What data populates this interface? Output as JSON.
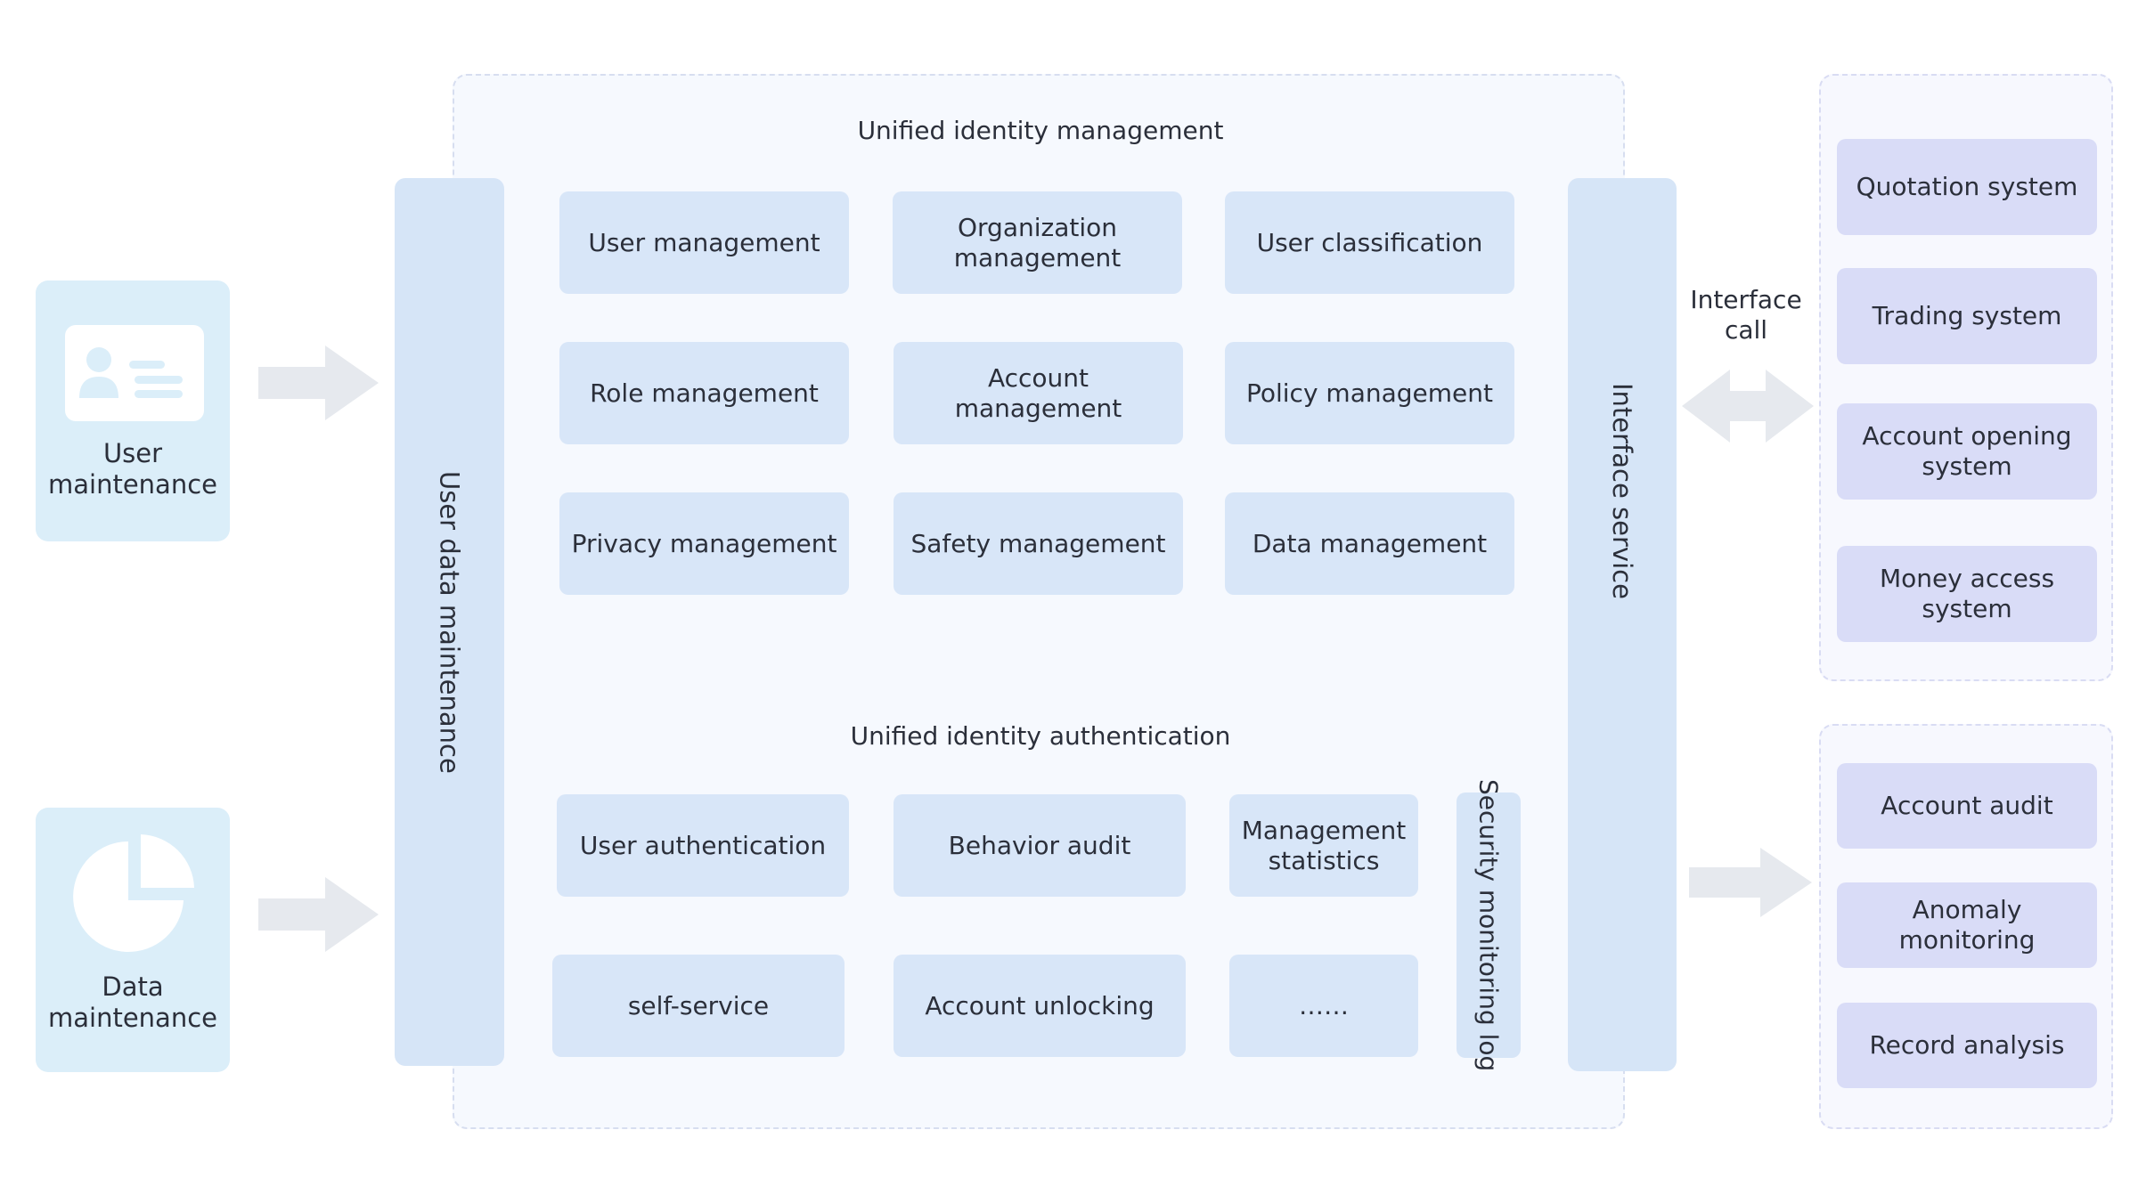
{
  "management": {
    "title": "Unified identity management",
    "modules": [
      "User management",
      "Organization management",
      "User classification",
      "Role management",
      "Account management",
      "Policy management",
      "Privacy management",
      "Safety management",
      "Data management"
    ]
  },
  "authentication": {
    "title": "Unified identity authentication",
    "modules": [
      "User authentication",
      "Behavior audit",
      "Management statistics",
      "self-service",
      "Account unlocking",
      "……"
    ],
    "security_log": "Security monitoring log"
  },
  "bars": {
    "left": "User data maintenance",
    "right": "Interface service"
  },
  "sources": {
    "user": "User maintenance",
    "data": "Data maintenance"
  },
  "interface_call": "Interface call",
  "systems": [
    "Quotation system",
    "Trading system",
    "Account opening system",
    "Money access system"
  ],
  "analysis": [
    "Account audit",
    "Anomaly monitoring",
    "Record analysis"
  ],
  "colors": {
    "module": "#d8e6f8",
    "system": "#d9dcf7",
    "source": "#dbeef9",
    "arrow": "#e6e9ee",
    "icon": "#ffffff"
  }
}
